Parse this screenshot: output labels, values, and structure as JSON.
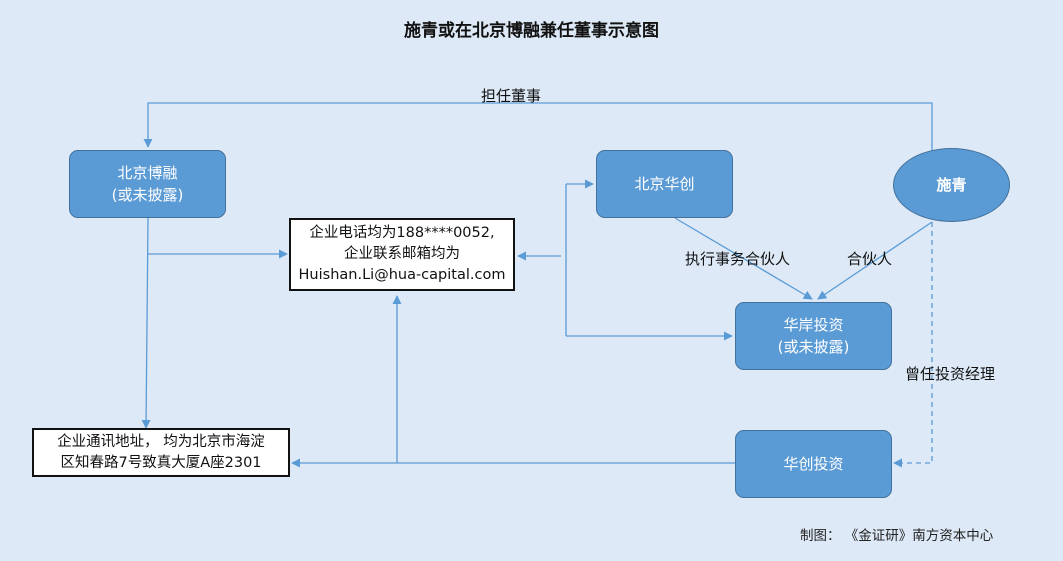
{
  "title": "施青或在北京博融兼任董事示意图",
  "nodes": {
    "bjbr": {
      "line1": "北京博融",
      "line2": "(或未披露)"
    },
    "bjhc": {
      "line1": "北京华创"
    },
    "shiqing": {
      "line1": "施青"
    },
    "haian": {
      "line1": "华岸投资",
      "line2": "(或未披露)"
    },
    "hctz": {
      "line1": "华创投资"
    }
  },
  "boxes": {
    "contact": {
      "line1": "企业电话均为188****0052,",
      "line2": "企业联系邮箱均为",
      "line3": "Huishan.Li@hua-capital.com"
    },
    "address": {
      "line1": "企业通讯地址， 均为北京市海淀",
      "line2": "区知春路7号致真大厦A座2301"
    }
  },
  "edges": {
    "director": "担任董事",
    "exec_partner": "执行事务合伙人",
    "partner": "合伙人",
    "former_manager": "曾任投资经理"
  },
  "credit": "制图： 《金证研》南方资本中心",
  "colors": {
    "node_fill": "#5b9bd5",
    "edge": "#5b9bd5",
    "background": "#dde9f6"
  }
}
